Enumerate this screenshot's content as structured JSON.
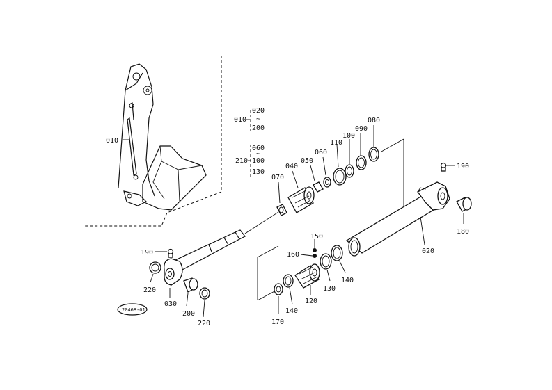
{
  "labels": {
    "p010_overview": "010",
    "p010_group": "010",
    "p020_a": "020",
    "p200_a": "200",
    "p210": "210",
    "p060_a": "060",
    "p100_a": "100",
    "p130_a": "130",
    "p070": "070",
    "p040": "040",
    "p050": "050",
    "p060_b": "060",
    "p110": "110",
    "p100_b": "100",
    "p090": "090",
    "p080": "080",
    "p190_a": "190",
    "p180": "180",
    "p020_b": "020",
    "p150": "150",
    "p160": "160",
    "p140_a": "140",
    "p130_b": "130",
    "p120": "120",
    "p140_b": "140",
    "p170": "170",
    "p190_b": "190",
    "p220_a": "220",
    "p030": "030",
    "p200_b": "200",
    "p220_b": "220",
    "tilde_a": "~",
    "tilde_b": "~",
    "stamp": "20468-01"
  }
}
